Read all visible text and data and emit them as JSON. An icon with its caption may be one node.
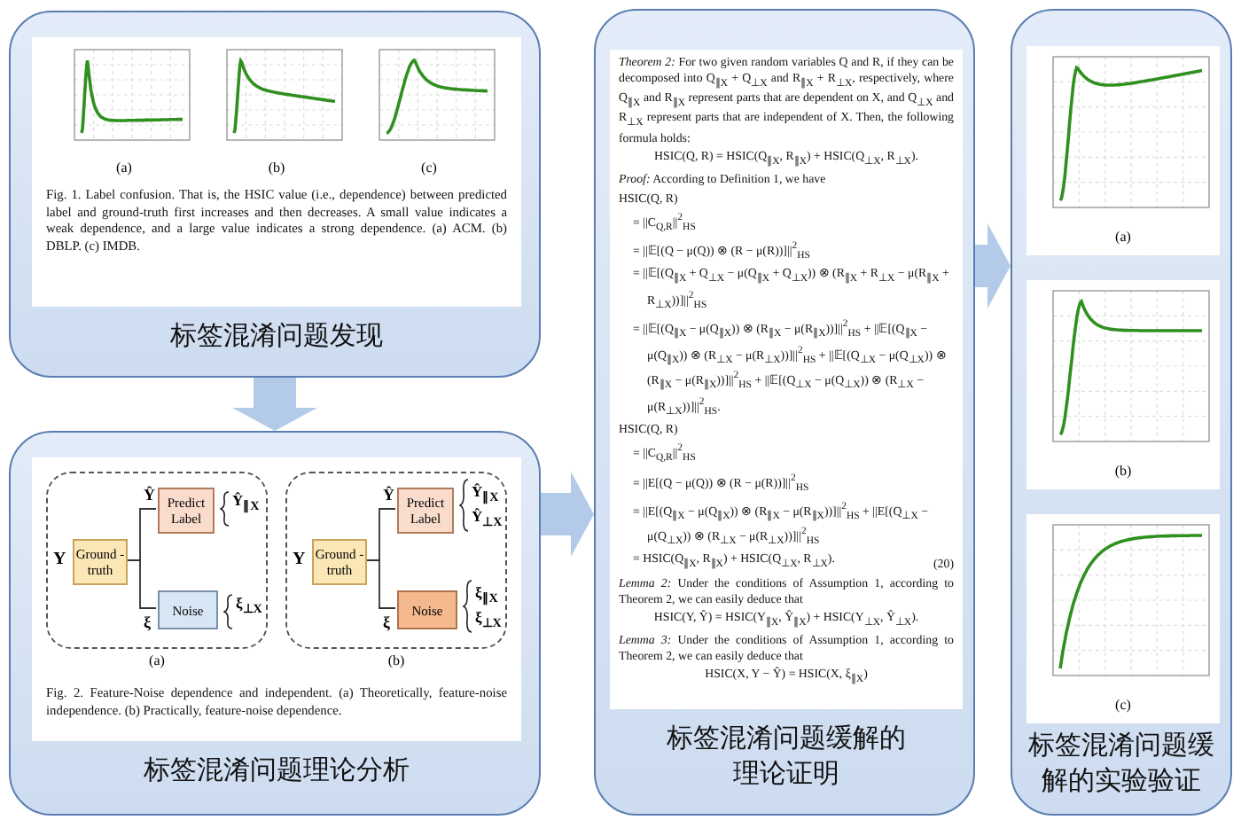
{
  "diagram": {
    "nodes": [
      {
        "text": [
          "标签混淆问题发现"
        ]
      },
      {
        "text": [
          "Fig. 1.   Label confusion. That is, the HSIC value (i.e., dependence) between predicted label and ground-truth first increases and then decreases. A small value indicates a weak dependence, and a large value indicates a strong dependence. (a) ACM. (b) DBLP. (c) IMDB."
        ],
        "in": 0
      },
      {
        "text": [],
        "shape": "picture",
        "in": 1,
        "beside": [
          "(a)"
        ]
      },
      {
        "text": [],
        "shape": "picture",
        "in": 1,
        "beside": [
          "(b)"
        ]
      },
      {
        "text": [],
        "shape": "picture",
        "in": 1,
        "beside": [
          "(c)"
        ]
      },
      {
        "text": [
          "标签混淆问题理论分析"
        ]
      },
      {
        "text": [
          "Fig. 2.   Feature-Noise dependence and independent. (a) Theoretically, feature-noise independence. (b) Practically, feature-noise dependence."
        ],
        "in": 5
      },
      {
        "text": [],
        "shape": "box",
        "in": 6,
        "beside": [
          "(a)"
        ]
      },
      {
        "text": [
          "Ground -truth"
        ],
        "in": 7,
        "beside": [
          "Y"
        ]
      },
      {
        "text": [
          "Predict Label"
        ],
        "in": 7,
        "beside": [
          "Ŷ$_{∥X}$"
        ]
      },
      {
        "text": [
          "Noise"
        ],
        "in": 7,
        "beside": [
          "ξ$_{⊥X}$"
        ]
      },
      {
        "text": [],
        "shape": "box",
        "in": 6,
        "beside": [
          "(b)"
        ]
      },
      {
        "text": [
          "Ground -truth"
        ],
        "in": 11,
        "beside": [
          "Y"
        ]
      },
      {
        "text": [
          "Predict Label"
        ],
        "in": 11,
        "beside": [
          "Ŷ$_{∥X}$",
          "Ŷ$_{⊥X}$"
        ]
      },
      {
        "text": [
          "Noise"
        ],
        "in": 11,
        "beside": [
          "ξ$_{∥X}$",
          "ξ$_{⊥X}$"
        ]
      },
      {
        "text": [
          "标签混淆问题缓解的理论证明"
        ]
      },
      {
        "text": [
          "*Theorem 2:* For two given random variables Q and R, if they can be decomposed into Q$_{∥X}$ + Q$_{⊥X}$ and R$_{∥X}$ + R$_{⊥X}$, respectively, where Q$_{∥X}$ and R$_{∥X}$ represent parts that are dependent on X, and Q$_{⊥X}$ and R$_{⊥X}$ represent parts that are independent of X. Then, the following formula holds:",
          "HSIC(Q, R) = HSIC(Q$_{∥X}$, R$_{∥X}$) + HSIC(Q$_{⊥X}$, R$_{⊥X}$).",
          "*Proof:* According to Definition 1, we have",
          "HSIC(Q, R)",
          "= ||C$_{Q,R}$||$^{2}$$_{HS}$",
          "= ||𝔼[(Q − μ(Q)) ⊗ (R − μ(R))]||$^{2}$$_{HS}$",
          "= ||𝔼[(Q$_{∥X}$ + Q$_{⊥X}$ − μ(Q$_{∥X}$ + Q$_{⊥X}$)) ⊗ (R$_{∥X}$ + R$_{⊥X}$ − μ(R$_{∥X}$ + R$_{⊥X}$))]||$^{2}$$_{HS}$",
          "= ||𝔼[(Q$_{∥X}$ − μ(Q$_{∥X}$)) ⊗ (R$_{∥X}$ − μ(R$_{∥X}$))]||$^{2}$$_{HS}$ + ||𝔼[(Q$_{∥X}$ − μ(Q$_{∥X}$)) ⊗ (R$_{⊥X}$ − μ(R$_{⊥X}$))]||$^{2}$$_{HS}$ + ||𝔼[(Q$_{⊥X}$ − μ(Q$_{⊥X}$)) ⊗ (R$_{∥X}$ − μ(R$_{∥X}$))]||$^{2}$$_{HS}$ + ||𝔼[(Q$_{⊥X}$ − μ(Q$_{⊥X}$)) ⊗ (R$_{⊥X}$ − μ(R$_{⊥X}$))]||$^{2}$$_{HS}$.",
          "HSIC(Q, R)",
          "= ||C$_{Q,R}$||$^{2}$$_{HS}$",
          "= ||E[(Q − μ(Q)) ⊗ (R − μ(R))]||$^{2}$$_{HS}$",
          "= ||E[(Q$_{∥X}$ − μ(Q$_{∥X}$)) ⊗ (R$_{∥X}$ − μ(R$_{∥X}$))]||$^{2}$$_{HS}$ + ||E[(Q$_{⊥X}$ − μ(Q$_{⊥X}$)) ⊗ (R$_{⊥X}$ − μ(R$_{⊥X}$))]||$^{2}$$_{HS}$",
          "= HSIC(Q$_{∥X}$, R$_{∥X}$) + HSIC(Q$_{⊥X}$, R$_{⊥X}$).",
          "(20)",
          "*Lemma 2:* Under the conditions of Assumption 1, according to Theorem 2, we can easily deduce that",
          "HSIC(Y, Ŷ) = HSIC(Y$_{∥X}$, Ŷ$_{∥X}$) + HSIC(Y$_{⊥X}$, Ŷ$_{⊥X}$).",
          "*Lemma 3:* Under the conditions of Assumption 1, according to Theorem 2, we can easily deduce that",
          "HSIC(X, Y − Ŷ) = HSIC(X, ξ$_{∥X}$)"
        ],
        "in": 15
      },
      {
        "text": [
          "标签混淆问题缓解的实验验证"
        ]
      },
      {
        "text": [],
        "shape": "picture",
        "in": 17,
        "beside": [
          "(a)"
        ]
      },
      {
        "text": [],
        "shape": "picture",
        "in": 17,
        "beside": [
          "(b)"
        ]
      },
      {
        "text": [],
        "shape": "picture",
        "in": 17,
        "beside": [
          "(c)"
        ]
      }
    ],
    "edges": [
      {
        "from": 0,
        "to": 5,
        "arrow": "to",
        "style": "thick",
        "color": "#b3cbe8"
      },
      {
        "from": 8,
        "to": 9,
        "arrow": "none",
        "label": "Ŷ"
      },
      {
        "from": 8,
        "to": 10,
        "arrow": "none",
        "label": "ξ"
      },
      {
        "from": 12,
        "to": 13,
        "arrow": "none",
        "label": "Ŷ"
      },
      {
        "from": 12,
        "to": 14,
        "arrow": "none",
        "label": "ξ"
      },
      {
        "from": 5,
        "to": 15,
        "arrow": "to",
        "style": "thick",
        "color": "#b3cbe8"
      },
      {
        "from": 15,
        "to": 17,
        "arrow": "to",
        "style": "thick",
        "color": "#b3cbe8"
      }
    ]
  }
}
